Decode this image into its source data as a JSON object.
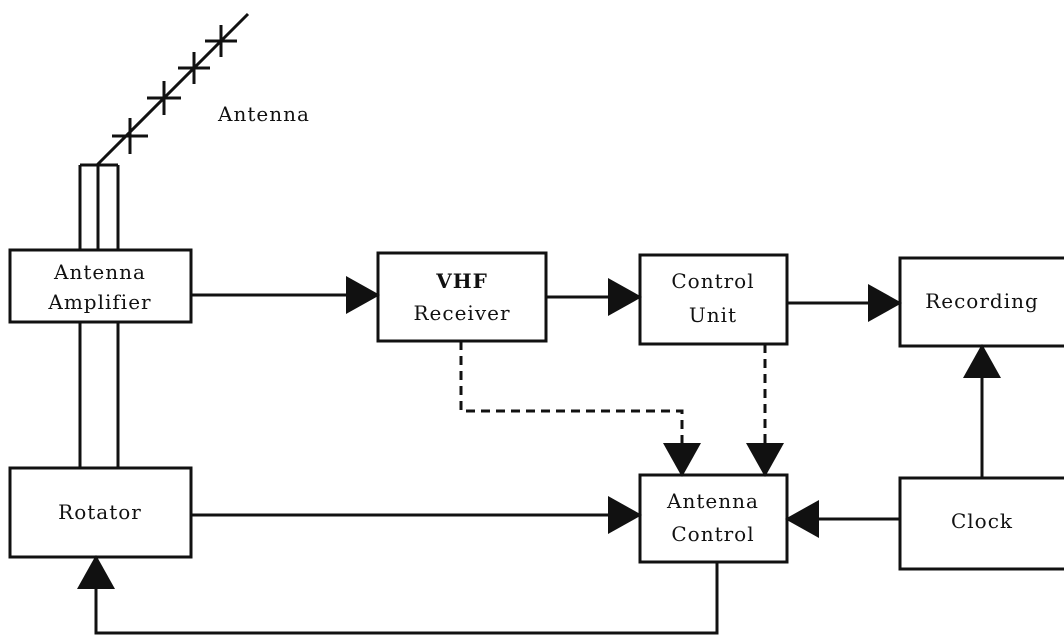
{
  "labels": {
    "antenna": "Antenna",
    "antenna_amplifier": [
      "Antenna",
      "Amplifier"
    ],
    "vhf_receiver": [
      "VHF",
      "Receiver"
    ],
    "control_unit": [
      "Control",
      "Unit"
    ],
    "recording": "Recording",
    "rotator": "Rotator",
    "antenna_control": [
      "Antenna",
      "Control"
    ],
    "clock": "Clock"
  },
  "style": {
    "ink": "#111111",
    "background": "#ffffff"
  }
}
